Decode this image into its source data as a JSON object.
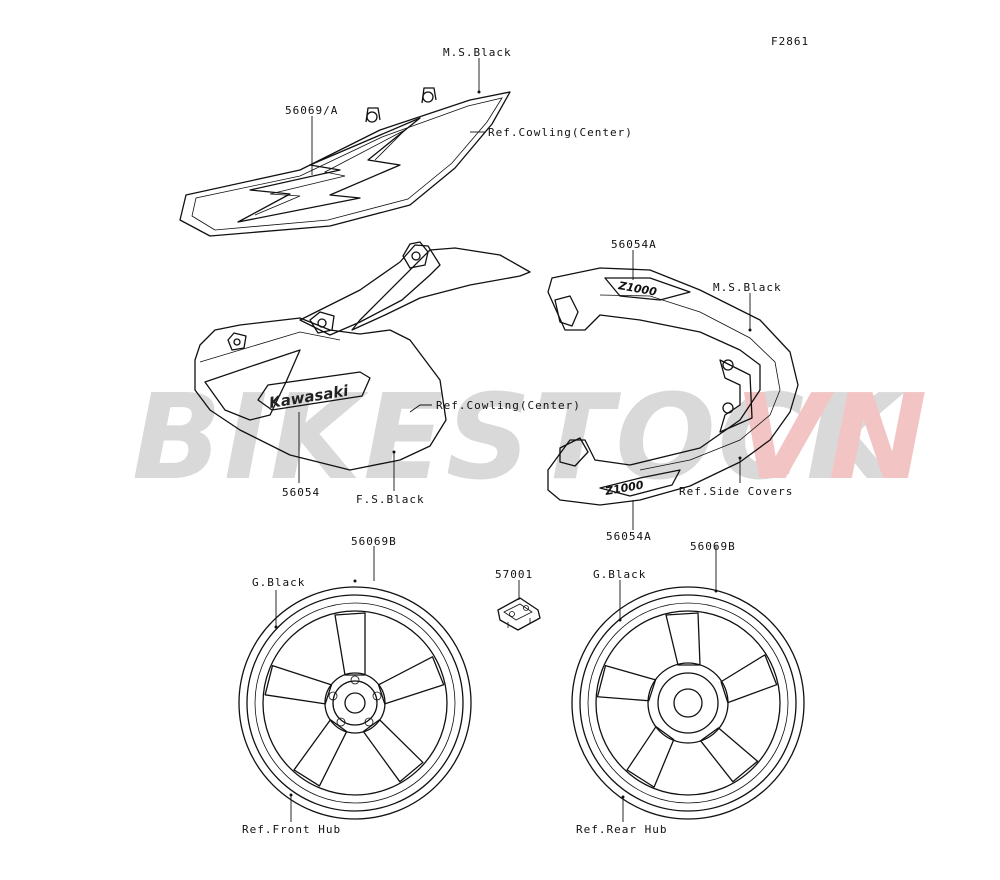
{
  "figure_code": "F2861",
  "watermark": {
    "main": "BIKESTOCK",
    "suffix": "VN",
    "main_color": "#d9d9d9",
    "suffix_color": "#f2c4c4"
  },
  "labels": {
    "ms_black_top": "M.S.Black",
    "part_56069a": "56069/A",
    "ref_cowling_center_1": "Ref.Cowling(Center)",
    "part_56054a_top": "56054A",
    "ms_black_right": "M.S.Black",
    "ref_cowling_center_2": "Ref.Cowling(Center)",
    "part_56054": "56054",
    "fs_black": "F.S.Black",
    "ref_side_covers": "Ref.Side Covers",
    "part_56054a_bottom": "56054A",
    "part_56069b_left": "56069B",
    "part_57001": "57001",
    "part_56069b_right": "56069B",
    "g_black_left": "G.Black",
    "g_black_right": "G.Black",
    "ref_front_hub": "Ref.Front Hub",
    "ref_rear_hub": "Ref.Rear Hub"
  },
  "decal_text": {
    "kawasaki": "Kawasaki",
    "z1000": "Z1000"
  }
}
